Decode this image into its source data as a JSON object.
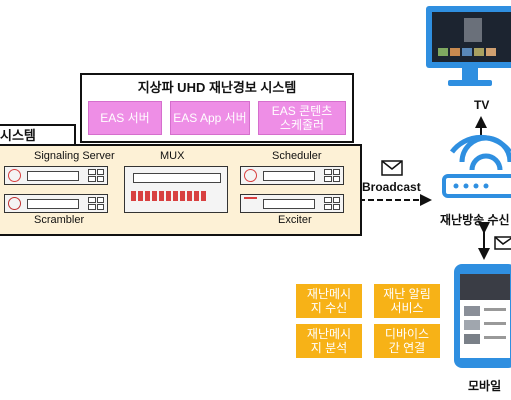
{
  "eas": {
    "title": "지상파 UHD 재난경보 시스템",
    "buttons": [
      "EAS 서버",
      "EAS App 서버",
      "EAS 콘텐츠\n스케줄러"
    ]
  },
  "system": {
    "label": "시스템",
    "signaling_server": "Signaling Server",
    "scrambler": "Scrambler",
    "mux": "MUX",
    "scheduler": "Scheduler",
    "exciter": "Exciter"
  },
  "broadcast": {
    "label": "Broadcast"
  },
  "receiver": {
    "tv_label": "TV",
    "receiver_label": "재난방송 수신",
    "mobile_label": "모바일"
  },
  "services": [
    "재난메시\n지 수신",
    "재난 알림\n서비스",
    "재난메시\n지 분석",
    "디바이스\n간 연결"
  ],
  "colors": {
    "eas_button": "#ee8ee6",
    "system_bg": "#fdf1d6",
    "device_blue": "#2f8fe0",
    "service_yellow": "#f7b217"
  }
}
